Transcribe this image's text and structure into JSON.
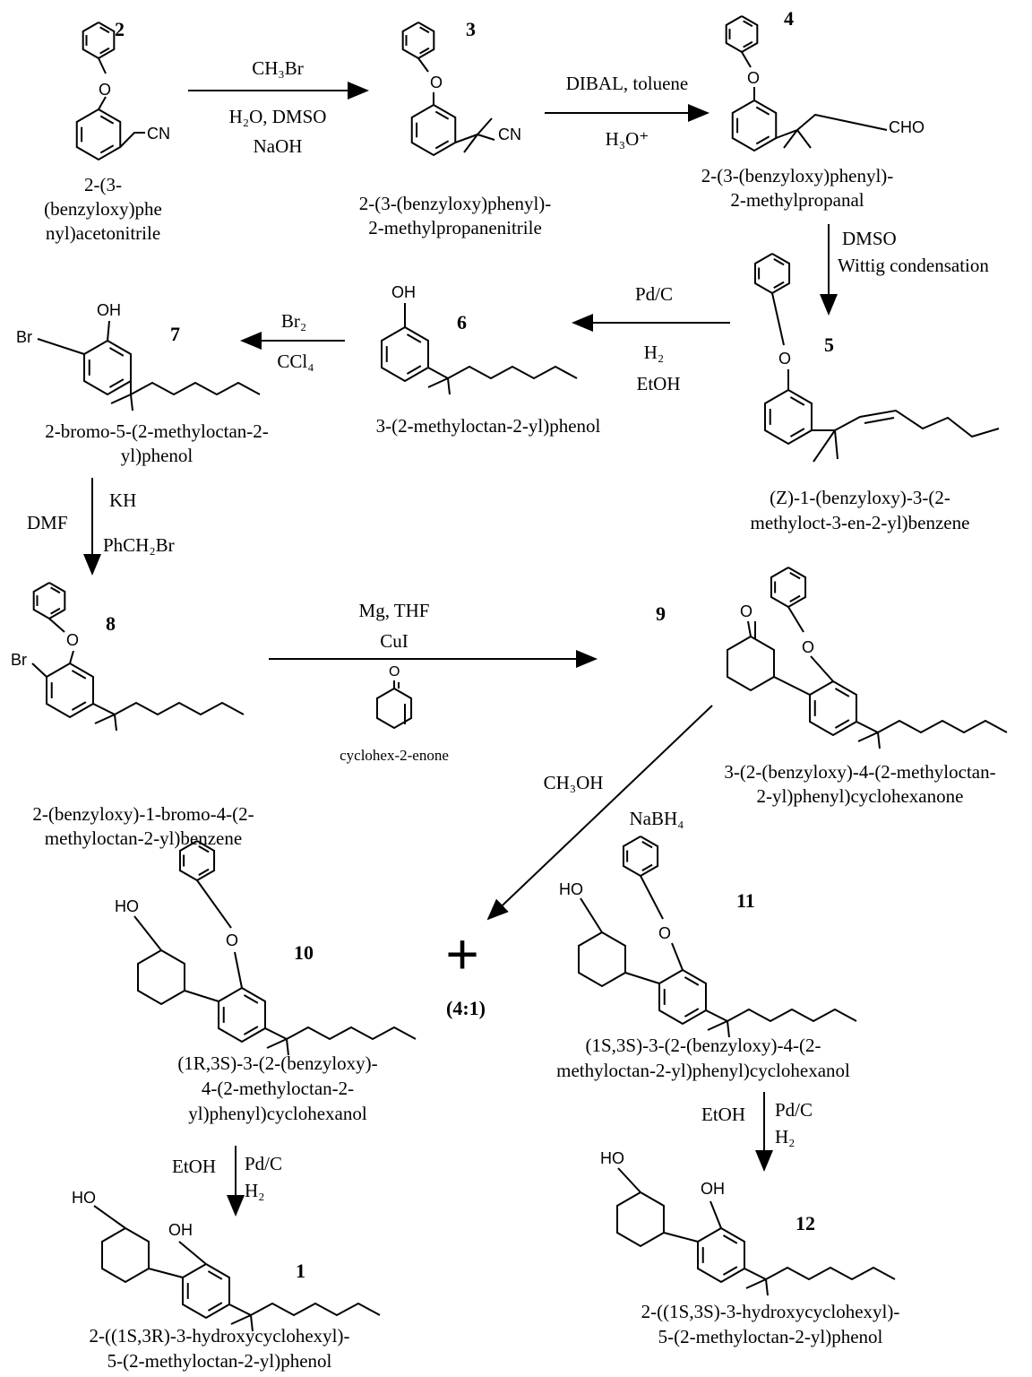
{
  "compounds": {
    "c2": {
      "number": "2",
      "name": [
        "2-(3-",
        "(benzyloxy)phe",
        "nyl)acetonitrile"
      ],
      "atoms": [
        "O",
        "CN"
      ]
    },
    "c3": {
      "number": "3",
      "name": [
        "2-(3-(benzyloxy)phenyl)-",
        "2-methylpropanenitrile"
      ],
      "atoms": [
        "O",
        "CN"
      ]
    },
    "c4": {
      "number": "4",
      "name": [
        "2-(3-(benzyloxy)phenyl)-",
        "2-methylpropanal"
      ],
      "atoms": [
        "O",
        "CHO"
      ]
    },
    "c5": {
      "number": "5",
      "name": [
        "(Z)-1-(benzyloxy)-3-(2-",
        "methyloct-3-en-2-yl)benzene"
      ],
      "atoms": [
        "O"
      ]
    },
    "c6": {
      "number": "6",
      "name": [
        "3-(2-methyloctan-2-yl)phenol"
      ],
      "atoms": [
        "OH"
      ]
    },
    "c7": {
      "number": "7",
      "name": [
        "2-bromo-5-(2-methyloctan-2-",
        "yl)phenol"
      ],
      "atoms": [
        "OH",
        "Br"
      ]
    },
    "c8": {
      "number": "8",
      "name": [
        "2-(benzyloxy)-1-bromo-4-(2-",
        "methyloctan-2-yl)benzene"
      ],
      "atoms": [
        "O",
        "Br"
      ]
    },
    "c9": {
      "number": "9",
      "name": [
        "3-(2-(benzyloxy)-4-(2-methyloctan-",
        "2-yl)phenyl)cyclohexanone"
      ],
      "atoms": [
        "O",
        "O"
      ]
    },
    "c10": {
      "number": "10",
      "name": [
        "(1R,3S)-3-(2-(benzyloxy)-",
        "4-(2-methyloctan-2-",
        "yl)phenyl)cyclohexanol"
      ],
      "atoms": [
        "HO",
        "O"
      ]
    },
    "c11": {
      "number": "11",
      "name": [
        "(1S,3S)-3-(2-(benzyloxy)-4-(2-",
        "methyloctan-2-yl)phenyl)cyclohexanol"
      ],
      "atoms": [
        "HO",
        "O"
      ]
    },
    "c1": {
      "number": "1",
      "name": [
        "2-((1S,3R)-3-hydroxycyclohexyl)-",
        "5-(2-methyloctan-2-yl)phenol"
      ],
      "atoms": [
        "HO",
        "OH"
      ]
    },
    "c12": {
      "number": "12",
      "name": [
        "2-((1S,3S)-3-hydroxycyclohexyl)-",
        "5-(2-methyloctan-2-yl)phenol"
      ],
      "atoms": [
        "HO",
        "OH"
      ]
    }
  },
  "reagents": {
    "r1": [
      "CH₃Br",
      "H₂O, DMSO",
      "NaOH"
    ],
    "r2": [
      "DIBAL, toluene",
      "H₃O⁺"
    ],
    "r3": [
      "DMSO",
      "Wittig condensation"
    ],
    "r4": [
      "Pd/C",
      "H₂",
      "EtOH"
    ],
    "r5": [
      "Br₂",
      "CCl₄"
    ],
    "r6": [
      "KH",
      "DMF",
      "PhCH₂Br"
    ],
    "r7": {
      "lines": [
        "Mg, THF",
        "CuI"
      ],
      "enone_atom": "O",
      "enone_name": "cyclohex-2-enone"
    },
    "r8": [
      "CH₃OH",
      "NaBH₄"
    ],
    "r9": [
      "EtOH",
      "Pd/C",
      "H₂"
    ],
    "r10": [
      "EtOH",
      "Pd/C",
      "H₂"
    ]
  },
  "mixture": {
    "plus": "+",
    "ratio": "(4:1)"
  }
}
